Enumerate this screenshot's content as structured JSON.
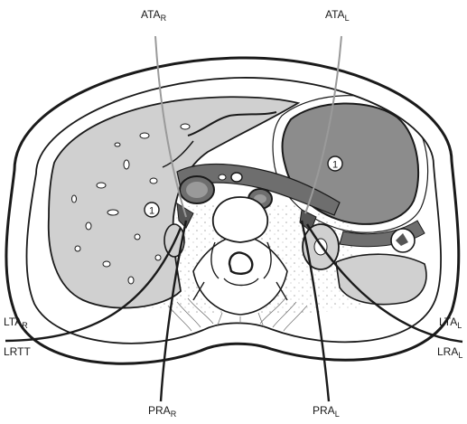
{
  "labels": {
    "ata_r": {
      "main": "ATA",
      "sub": "R"
    },
    "ata_l": {
      "main": "ATA",
      "sub": "L"
    },
    "lta_r": {
      "main": "LTA",
      "sub": "R"
    },
    "lrtt": {
      "main": "LRTT",
      "sub": ""
    },
    "lta_l": {
      "main": "LTA",
      "sub": "L"
    },
    "lra_l": {
      "main": "LRA",
      "sub": "L"
    },
    "pra_r": {
      "main": "PRA",
      "sub": "R"
    },
    "pra_l": {
      "main": "PRA",
      "sub": "L"
    }
  },
  "markers": {
    "right": "1",
    "left": "1"
  },
  "colors": {
    "outline": "#1a1a1a",
    "organ_fill": "#d0d0d0",
    "spleen_fill": "#8c8c8c",
    "dark_tissue": "#6e6e6e",
    "access_line": "#9a9a9a"
  }
}
